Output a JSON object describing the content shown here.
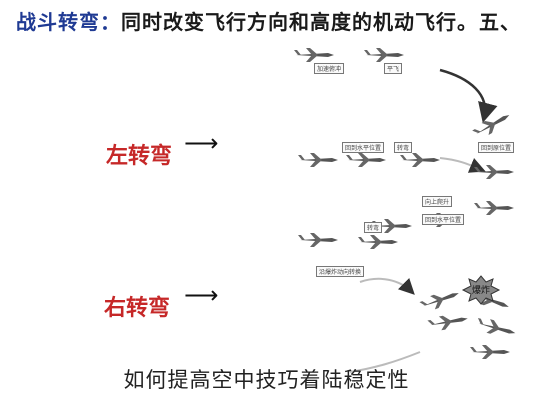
{
  "header": {
    "number": "五、",
    "title": "战斗转弯：",
    "description": "同时改变飞行方向和高度的机动飞行。"
  },
  "diagram": {
    "left_turn_label": "左转弯",
    "right_turn_label": "右转弯",
    "arrow_icon": "right-arrow-icon",
    "annotations": [
      "加速俯冲",
      "平飞",
      "回到水平位置",
      "转弯",
      "回到原位置",
      "向上爬升",
      "回到水平位置",
      "转弯",
      "沿爆炸动向转换"
    ],
    "burst_label": "爆炸"
  },
  "caption": "如何提高空中技巧着陆稳定性"
}
